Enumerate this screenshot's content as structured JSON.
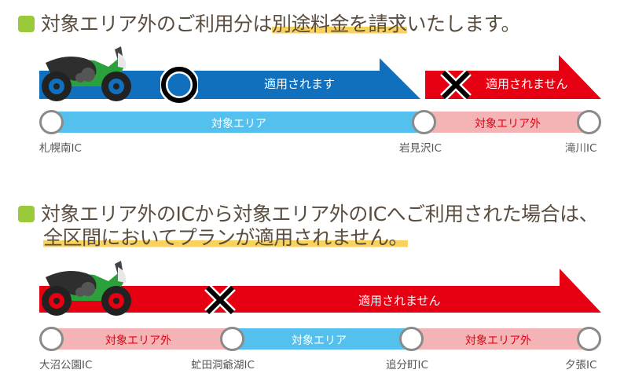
{
  "colors": {
    "applied_blue": "#1070bd",
    "not_applied_red": "#e60012",
    "in_area_lightblue": "#54c0ee",
    "out_area_pink": "#f4b3b5",
    "out_area_text_red": "#e60012",
    "heading_text": "#5a4d3f",
    "bullet_green": "#9bc93c",
    "highlight_yellow": "#f8d25a",
    "node_gray": "#8a8a8a"
  },
  "section1": {
    "heading_pre": "対象エリア外のご利用分は",
    "heading_highlight": "別途料金を請求",
    "heading_post": "いたします。",
    "arrow_applied": {
      "label": "適用されます",
      "mark": "circle-icon"
    },
    "arrow_not_applied": {
      "label": "適用されません",
      "mark": "cross-icon"
    },
    "segments": [
      {
        "label": "対象エリア",
        "type": "in_area"
      },
      {
        "label": "対象エリア外",
        "type": "out_area"
      }
    ],
    "ics": [
      "札幌南IC",
      "岩見沢IC",
      "滝川IC"
    ]
  },
  "section2": {
    "heading_line1": "対象エリア外のICから対象エリア外のICへご利用された場合は、",
    "heading_line2": "全区間においてプランが適用されません。",
    "arrow_not_applied": {
      "label": "適用されません",
      "mark": "cross-icon"
    },
    "segments": [
      {
        "label": "対象エリア外",
        "type": "out_area"
      },
      {
        "label": "対象エリア",
        "type": "in_area"
      },
      {
        "label": "対象エリア外",
        "type": "out_area"
      }
    ],
    "ics": [
      "大沼公園IC",
      "虻田洞爺湖IC",
      "追分町IC",
      "夕張IC"
    ]
  }
}
